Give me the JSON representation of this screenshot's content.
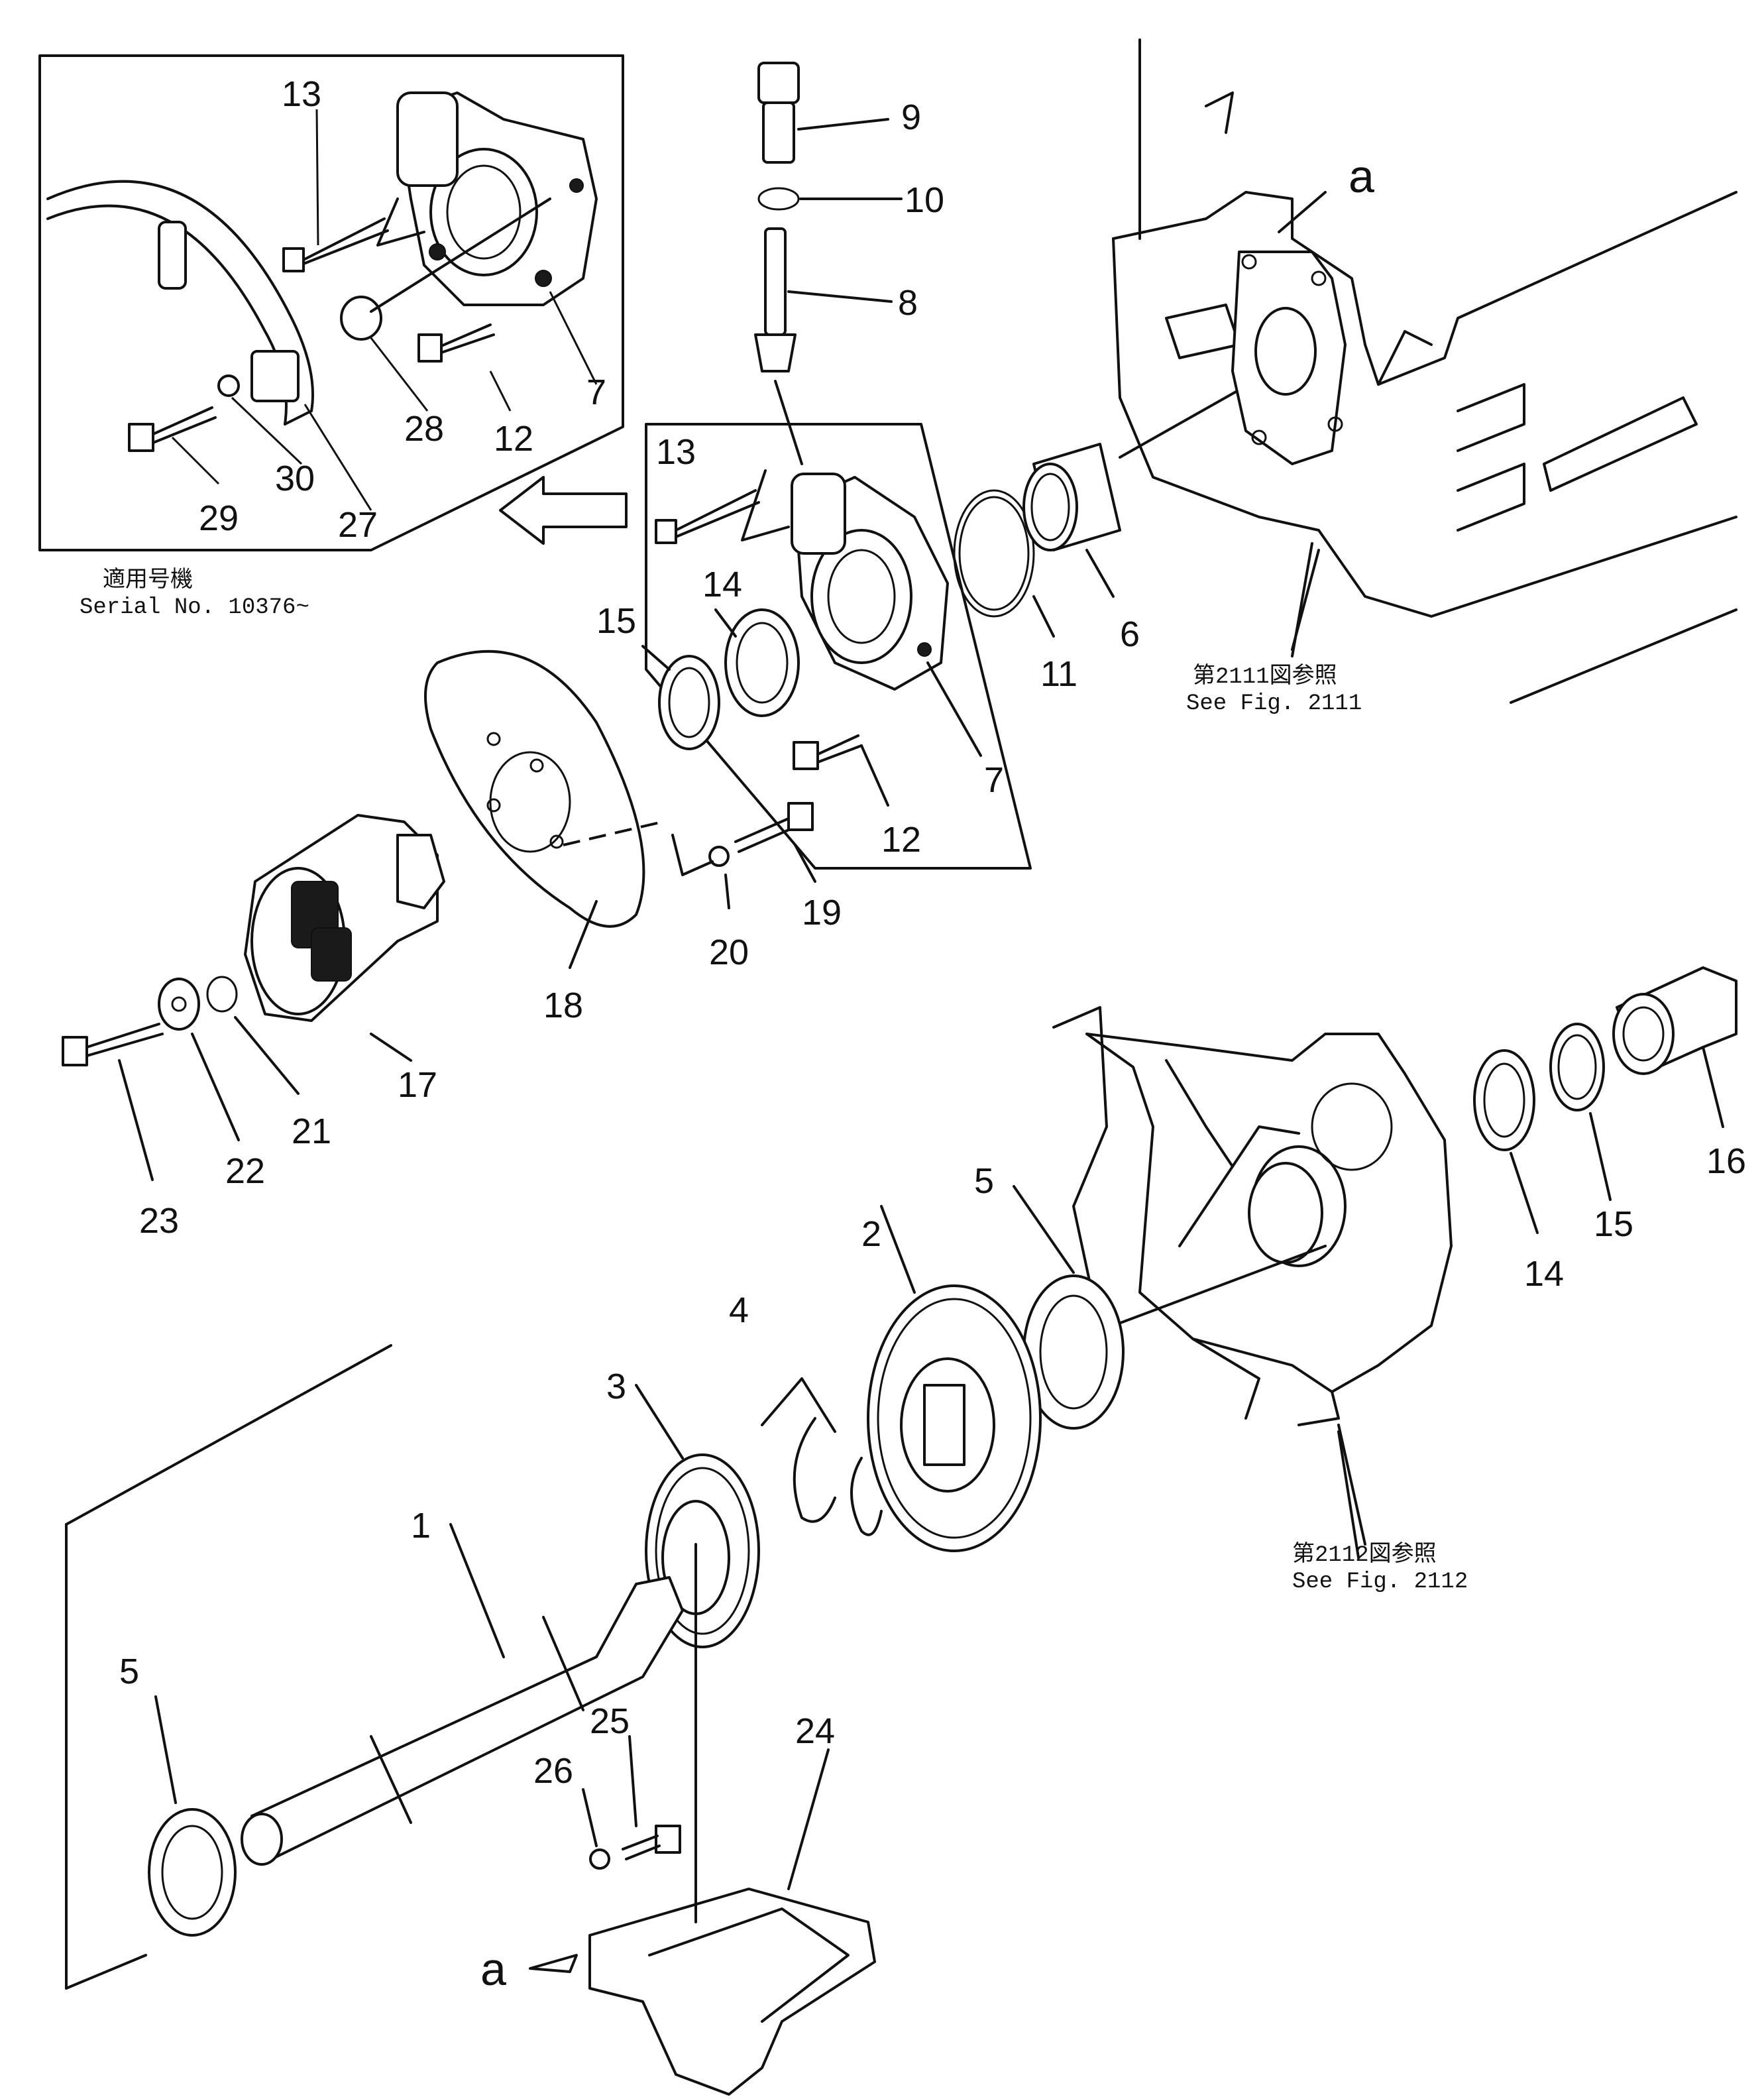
{
  "part_labels": {
    "p1": "1",
    "p2": "2",
    "p3": "3",
    "p4": "4",
    "p5a": "5",
    "p5b": "5",
    "p6": "6",
    "p7a": "7",
    "p7b": "7",
    "p8": "8",
    "p9": "9",
    "p10": "10",
    "p11": "11",
    "p12a": "12",
    "p12b": "12",
    "p13a": "13",
    "p13b": "13",
    "p14a": "14",
    "p14b": "14",
    "p15a": "15",
    "p15b": "15",
    "p16": "16",
    "p17": "17",
    "p18": "18",
    "p19": "19",
    "p20": "20",
    "p21": "21",
    "p22": "22",
    "p23": "23",
    "p24": "24",
    "p25": "25",
    "p26": "26",
    "p27": "27",
    "p28": "28",
    "p29": "29",
    "p30": "30"
  },
  "markers": {
    "a_top": "a",
    "a_bottom": "a"
  },
  "notes": {
    "serial_jp": "適用号機",
    "serial_en": "Serial  No.  10376~",
    "fig2111_jp": "第2111図参照",
    "fig2111_en": "See Fig. 2111",
    "fig2112_jp": "第2112図参照",
    "fig2112_en": "See Fig. 2112"
  }
}
